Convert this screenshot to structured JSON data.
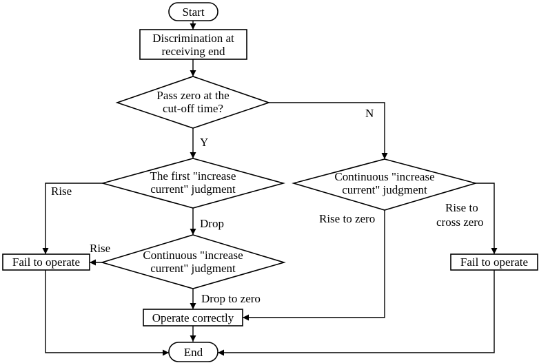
{
  "nodes": {
    "start": {
      "label": "Start"
    },
    "discrimination": {
      "lines": [
        "Discrimination at",
        "receiving end"
      ]
    },
    "pass_zero": {
      "lines": [
        "Pass zero at the",
        "cut-off time?"
      ]
    },
    "first_increase": {
      "lines": [
        "The first \"increase",
        "current\" judgment"
      ]
    },
    "continuous_right": {
      "lines": [
        "Continuous \"increase",
        "current\" judgment"
      ]
    },
    "continuous_left": {
      "lines": [
        "Continuous \"increase",
        "current\" judgment"
      ]
    },
    "fail_left": {
      "label": "Fail to operate"
    },
    "fail_right": {
      "label": "Fail to operate"
    },
    "operate_correctly": {
      "label": "Operate correctly"
    },
    "end": {
      "label": "End"
    }
  },
  "edge_labels": {
    "yes": "Y",
    "no": "N",
    "rise_first": "Rise",
    "drop": "Drop",
    "rise_continuous": "Rise",
    "drop_to_zero": "Drop to zero",
    "rise_to_zero": "Rise to zero",
    "rise_to_cross_zero": [
      "Rise to",
      "cross zero"
    ]
  }
}
